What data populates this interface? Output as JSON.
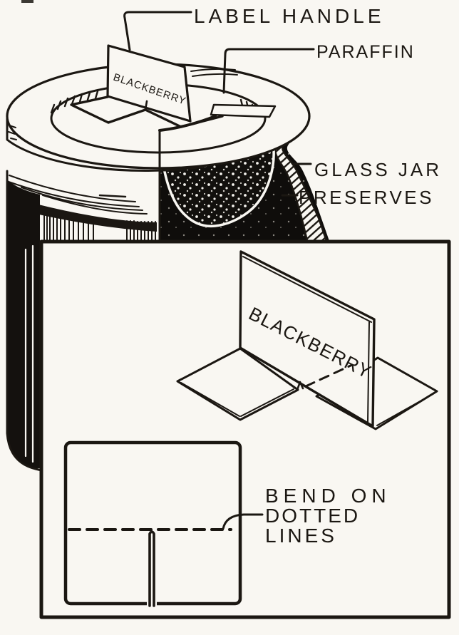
{
  "figure_title": "Jar label handle how-to illustration",
  "colors": {
    "ink": "#1b1712",
    "paper": "#f9f7f2",
    "preserves_fill": "#12100d"
  },
  "callouts": {
    "label_handle": "LABEL HANDLE",
    "paraffin": "PARAFFIN",
    "glass_jar": "GLASS JAR",
    "preserves": "PRESERVES"
  },
  "jar": {
    "label_text": "BLACKBERRY"
  },
  "inset": {
    "label_text": "BLACKBERRY",
    "instruction": {
      "line1": "BEND ON",
      "line2": "DOTTED",
      "line3": "LINES"
    }
  }
}
